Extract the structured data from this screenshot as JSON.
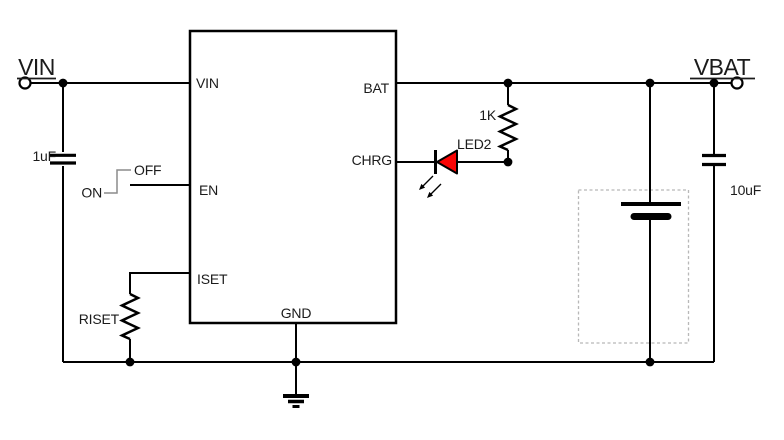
{
  "colors": {
    "wire": "#000000",
    "text": "#1b1b1b",
    "led_fill": "#fb0505",
    "annotation": "#8c8c8c",
    "battery_box": "#b8b8b8",
    "background": "#ffffff"
  },
  "terminals": {
    "input_label": "VIN",
    "output_label": "VBAT"
  },
  "ic": {
    "pin_vin": "VIN",
    "pin_en": "EN",
    "pin_iset": "ISET",
    "pin_bat": "BAT",
    "pin_chrg": "CHRG",
    "pin_gnd": "GND"
  },
  "components": {
    "input_capacitor": "1uF",
    "output_capacitor": "10uF",
    "led_resistor": "1K",
    "status_led": "LED2",
    "current_set_resistor": "RISET"
  },
  "enable_annotation": {
    "on_label": "ON",
    "off_label": "OFF"
  }
}
